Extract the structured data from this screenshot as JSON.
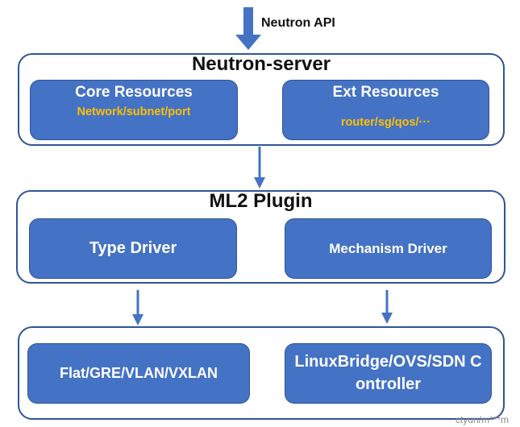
{
  "api_label": "Neutron API",
  "server": {
    "title": "Neutron-server",
    "core_box": {
      "title": "Core Resources",
      "subtitle": "Network/subnet/port"
    },
    "ext_box": {
      "title": "Ext Resources",
      "subtitle": "router/sg/qos/···"
    }
  },
  "plugin": {
    "title": "ML2 Plugin",
    "type_driver": "Type Driver",
    "mechanism_driver": "Mechanism Driver"
  },
  "drivers": {
    "type_impls": "Flat/GRE/VLAN/VXLAN",
    "mechanism_impls": "LinuxBridge/OVS/SDN Controller"
  },
  "watermark": "ctyun/m***m",
  "colors": {
    "box_fill": "#4472c4",
    "frame_border": "#2f5597",
    "arrow": "#4472c4",
    "subtitle_text": "#ffc000"
  }
}
